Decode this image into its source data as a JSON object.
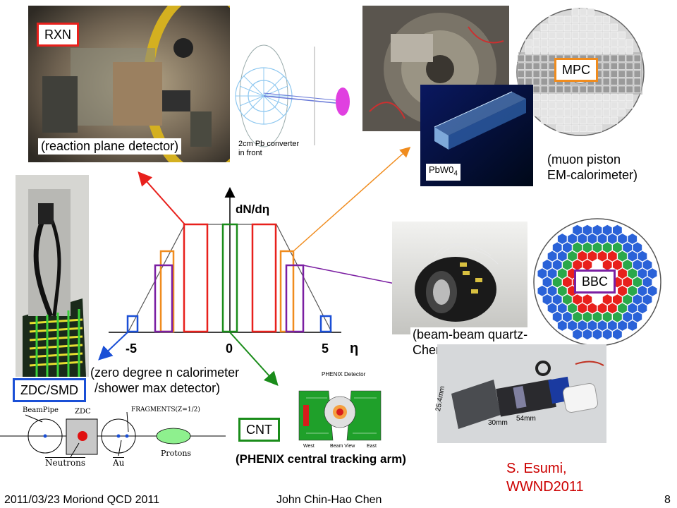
{
  "labels": {
    "rxn": "RXN",
    "rxn_desc": "(reaction plane detector)",
    "converter_line1": "2cm Pb converter",
    "converter_line2": "in front",
    "mpc": "MPC",
    "mpc_desc_line1": "(muon piston",
    "mpc_desc_line2": "EM-calorimeter)",
    "pbwo4": "PbW0",
    "pbwo4_sub": "4",
    "bbc": "BBC",
    "bbc_desc_line1": "(beam-beam quartz-",
    "bbc_desc_line2": "Cherenkov detector)",
    "zdc": "ZDC/SMD",
    "zdc_desc_line1": "(zero degree n calorimeter",
    "zdc_desc_line2": "/shower max detector)",
    "cnt": "CNT",
    "cnt_desc": "(PHENIX central tracking arm)",
    "credit_line1": "S. Esumi,",
    "credit_line2": "WWND2011"
  },
  "plot": {
    "ylabel": "dN/dη",
    "xlabel": "η",
    "ticks": [
      "-5",
      "0",
      "5"
    ]
  },
  "schematic": {
    "beampipe": "BeamPipe",
    "zdc": "ZDC",
    "fragments": "FRAGMENTS(Z=1/2)",
    "neutrons": "Neutrons",
    "au": "Au",
    "protons": "Protons"
  },
  "phenix_view": {
    "title": "PHENIX Detector",
    "west": "West",
    "east": "East",
    "beam_view": "Beam View"
  },
  "bbc_photo": {
    "dim1": "25.4mm",
    "dim2": "30mm",
    "dim3": "54mm"
  },
  "footer": {
    "date": "2011/03/23 Moriond QCD 2011",
    "author": "John Chin-Hao Chen",
    "page": "8"
  },
  "colors": {
    "rxn": "#e8201c",
    "mpc": "#f08c1e",
    "bbc": "#7b1fa2",
    "zdc": "#1a4fd6",
    "cnt": "#1a8c1a",
    "credit": "#cc0000"
  }
}
